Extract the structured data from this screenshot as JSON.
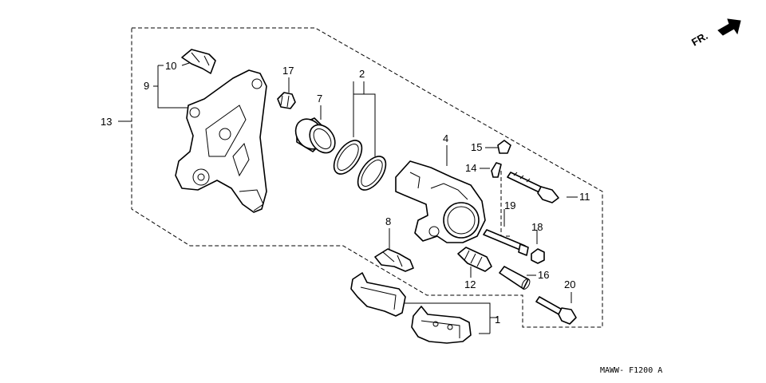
{
  "diagram": {
    "direction_label": "FR.",
    "code": "MAWW- F1200 A",
    "callouts": {
      "c1": "1",
      "c2": "2",
      "c4": "4",
      "c7": "7",
      "c8": "8",
      "c9": "9",
      "c10": "10",
      "c11": "11",
      "c12": "12",
      "c13": "13",
      "c14": "14",
      "c15": "15",
      "c16": "16",
      "c17": "17",
      "c18": "18",
      "c19": "19",
      "c20": "20"
    }
  }
}
